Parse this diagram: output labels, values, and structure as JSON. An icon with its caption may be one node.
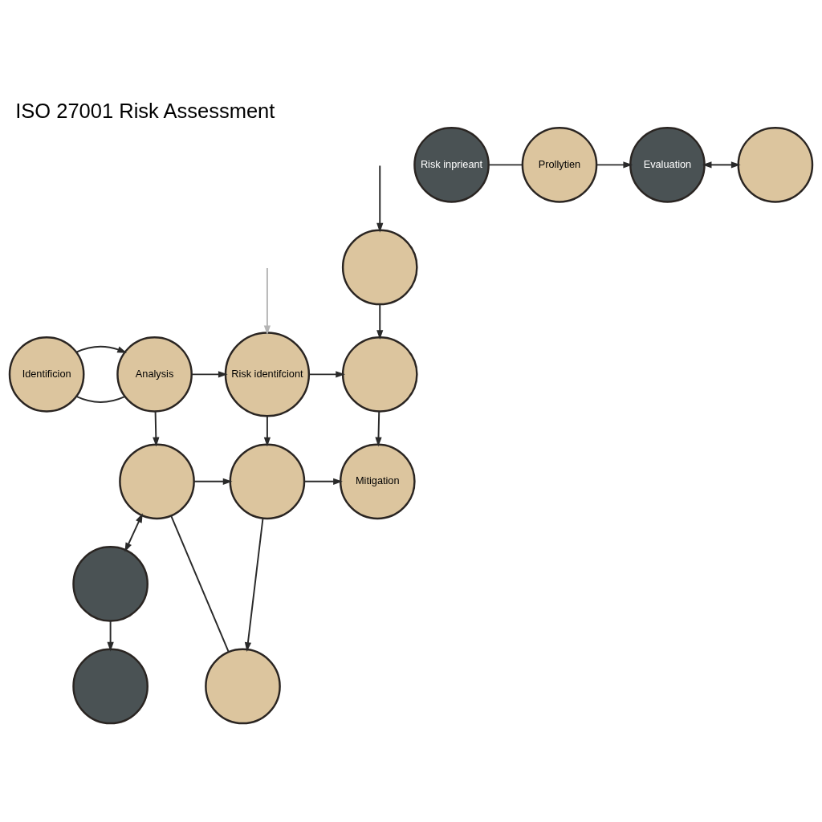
{
  "diagram": {
    "title": "ISO 27001 Risk Assessment",
    "nodes": [
      {
        "text": [],
        "shape": "circle"
      },
      {
        "text": [
          "Identificion"
        ]
      },
      {
        "text": [
          "Analysis"
        ]
      },
      {
        "text": [
          "Risk identifciont"
        ]
      },
      {
        "text": [],
        "shape": "circle"
      },
      {
        "text": [],
        "shape": "circle"
      },
      {
        "text": [],
        "shape": "circle"
      },
      {
        "text": [
          "Mitigation"
        ]
      },
      {
        "text": [],
        "shape": "circle"
      },
      {
        "text": [],
        "shape": "circle"
      },
      {
        "text": [],
        "shape": "circle"
      },
      {
        "text": [
          "Risk inprieant"
        ]
      },
      {
        "text": [
          "Prollytien"
        ]
      },
      {
        "text": [
          "Evaluation"
        ]
      },
      {
        "text": [],
        "shape": "circle"
      }
    ],
    "edges": [
      {
        "from": null,
        "to": 0,
        "arrow": "to"
      },
      {
        "from": null,
        "to": 3,
        "arrow": "to",
        "color": "#b5b5b5"
      },
      {
        "from": 1,
        "to": 2,
        "arrow": "none"
      },
      {
        "from": 2,
        "to": 3,
        "arrow": "to"
      },
      {
        "from": 1,
        "to": 2,
        "arrow": "to"
      },
      {
        "from": 3,
        "to": 4,
        "arrow": "to"
      },
      {
        "from": 0,
        "to": 4,
        "arrow": "to"
      },
      {
        "from": 2,
        "to": 5,
        "arrow": "to"
      },
      {
        "from": 3,
        "to": 6,
        "arrow": "to"
      },
      {
        "from": 4,
        "to": 7,
        "arrow": "to"
      },
      {
        "from": 5,
        "to": 6,
        "arrow": "to"
      },
      {
        "from": 6,
        "to": 7,
        "arrow": "to"
      },
      {
        "from": 5,
        "to": 8,
        "arrow": "both"
      },
      {
        "from": 8,
        "to": 9,
        "arrow": "to"
      },
      {
        "from": 6,
        "to": 10,
        "arrow": "to"
      },
      {
        "from": 5,
        "to": 10,
        "arrow": "none"
      },
      {
        "from": 11,
        "to": 12,
        "arrow": "none"
      },
      {
        "from": 12,
        "to": 13,
        "arrow": "to"
      },
      {
        "from": 13,
        "to": 14,
        "arrow": "both"
      }
    ]
  }
}
